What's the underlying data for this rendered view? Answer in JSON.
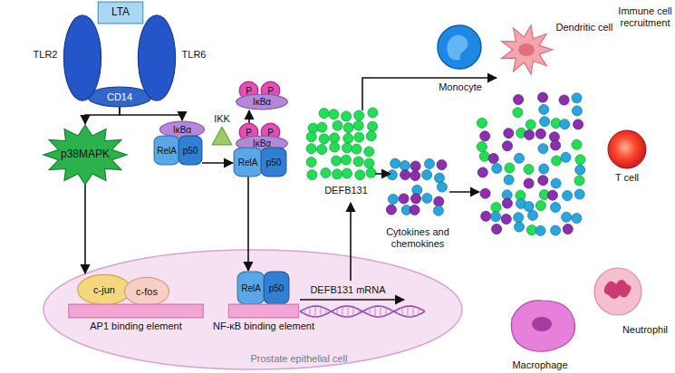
{
  "diagram": {
    "nodes": [
      {
        "text": [
          "Prostate epithelial cell"
        ]
      },
      {
        "text": [
          "LTA"
        ]
      },
      {
        "text": [
          "TLR2"
        ]
      },
      {
        "text": [
          "TLR6"
        ]
      },
      {
        "text": [
          "CD14"
        ],
        "in": 0
      },
      {
        "text": [
          "p38MAPK"
        ],
        "in": 0
      },
      {
        "text": [
          "IκBα"
        ],
        "in": 0
      },
      {
        "text": [
          "RelA"
        ],
        "in": 0
      },
      {
        "text": [
          "p50"
        ],
        "in": 0
      },
      {
        "text": [
          "IKK"
        ],
        "in": 0
      },
      {
        "text": [
          "P"
        ],
        "in": 0
      },
      {
        "text": [
          "P"
        ],
        "in": 0
      },
      {
        "text": [
          "IκBα"
        ],
        "in": 0
      },
      {
        "text": [
          "P"
        ],
        "in": 0
      },
      {
        "text": [
          "P"
        ],
        "in": 0
      },
      {
        "text": [
          "IκBα"
        ],
        "in": 0
      },
      {
        "text": [
          "RelA"
        ],
        "in": 0
      },
      {
        "text": [
          "p50"
        ],
        "in": 0
      },
      {
        "text": [
          "c-jun"
        ],
        "in": 0
      },
      {
        "text": [
          "c-fos"
        ],
        "in": 0
      },
      {
        "text": [
          "AP1 binding element"
        ],
        "in": 0
      },
      {
        "text": [
          "RelA"
        ],
        "in": 0
      },
      {
        "text": [
          "p50"
        ],
        "in": 0
      },
      {
        "text": [
          "NF-κB binding element"
        ],
        "in": 0
      }
    ],
    "edges": [
      {
        "from": 4,
        "to": 5,
        "arrow": "to"
      },
      {
        "from": 4,
        "to": 6,
        "arrow": "to"
      },
      {
        "from": 5,
        "to": 18,
        "arrow": "to"
      },
      {
        "from": 8,
        "to": 16,
        "arrow": "to"
      },
      {
        "from": 13,
        "to": 12,
        "arrow": "to"
      },
      {
        "from": 16,
        "to": 21,
        "arrow": "to"
      }
    ],
    "labels": [
      "DEFB131 mRNA",
      "DEFB131",
      "Cytokines and chemokines",
      "Immune cell recruitment",
      "Monocyte",
      "Dendritic cell",
      "T cell",
      "Neutrophil",
      "Macrophage"
    ]
  }
}
